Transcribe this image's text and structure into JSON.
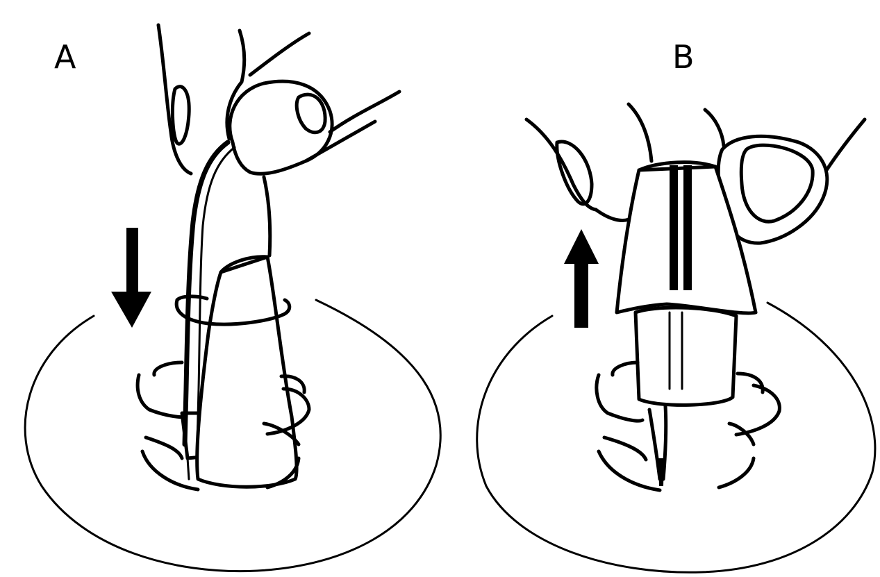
{
  "panels": [
    {
      "id": "A",
      "label": "A",
      "arrow_direction": "down"
    },
    {
      "id": "B",
      "label": "B",
      "arrow_direction": "up"
    }
  ],
  "colors": {
    "ink": "#000000",
    "background": "#ffffff"
  }
}
